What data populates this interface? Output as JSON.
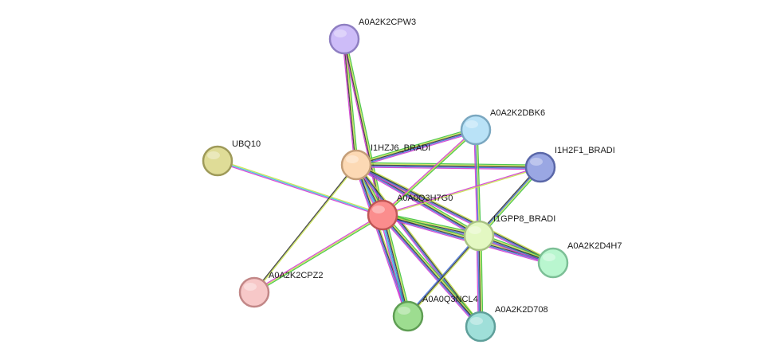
{
  "nodes": [
    {
      "id": "A0A2K2CPW3",
      "label": "A0A2K2CPW3",
      "color": "#cdbcf8",
      "stroke": "#8f7fc2"
    },
    {
      "id": "UBQ10",
      "label": "UBQ10",
      "color": "#dfdc97",
      "stroke": "#9e9a59"
    },
    {
      "id": "I1HZJ6_BRADI",
      "label": "I1HZJ6_BRADI",
      "color": "#fcd9b4",
      "stroke": "#c49e78"
    },
    {
      "id": "A0A2K2DBK6",
      "label": "A0A2K2DBK6",
      "color": "#b9e2f7",
      "stroke": "#7aa7c0"
    },
    {
      "id": "I1H2F1_BRADI",
      "label": "I1H2F1_BRADI",
      "color": "#9aa7e3",
      "stroke": "#5a67a8"
    },
    {
      "id": "A0A0Q3H7G0",
      "label": "A0A0Q3H7G0",
      "color": "#fb8d8d",
      "stroke": "#c05656"
    },
    {
      "id": "I1GPP8_BRADI",
      "label": "I1GPP8_BRADI",
      "color": "#e3f8c2",
      "stroke": "#a8c283"
    },
    {
      "id": "A0A2K2D4H7",
      "label": "A0A2K2D4H7",
      "color": "#b9f6cf",
      "stroke": "#7cbf96"
    },
    {
      "id": "A0A2K2CPZ2",
      "label": "A0A2K2CPZ2",
      "color": "#f7c8c8",
      "stroke": "#c28787"
    },
    {
      "id": "A0A0Q3NCL4",
      "label": "A0A0Q3NCL4",
      "color": "#9ddd90",
      "stroke": "#5f9e54"
    },
    {
      "id": "A0A2K2D708",
      "label": "A0A2K2D708",
      "color": "#9fdfd9",
      "stroke": "#5e9f9a"
    }
  ],
  "edges": [
    {
      "source": "A0A2K2CPW3",
      "target": "I1HZJ6_BRADI",
      "evidence": [
        "green",
        "yellow",
        "black",
        "magenta"
      ]
    },
    {
      "source": "A0A2K2CPW3",
      "target": "A0A0Q3H7G0",
      "evidence": [
        "green",
        "yellow",
        "black",
        "magenta"
      ]
    },
    {
      "source": "UBQ10",
      "target": "A0A0Q3H7G0",
      "evidence": [
        "yellow",
        "cyan",
        "magenta"
      ]
    },
    {
      "source": "I1HZJ6_BRADI",
      "target": "A0A2K2DBK6",
      "evidence": [
        "green",
        "yellow",
        "black",
        "blue",
        "magenta"
      ]
    },
    {
      "source": "I1HZJ6_BRADI",
      "target": "I1H2F1_BRADI",
      "evidence": [
        "green",
        "yellow",
        "black",
        "blue",
        "magenta"
      ]
    },
    {
      "source": "I1HZJ6_BRADI",
      "target": "A0A0Q3H7G0",
      "evidence": [
        "green",
        "yellow",
        "black",
        "blue",
        "cyan",
        "magenta"
      ]
    },
    {
      "source": "I1HZJ6_BRADI",
      "target": "I1GPP8_BRADI",
      "evidence": [
        "green",
        "yellow",
        "black",
        "blue",
        "magenta"
      ]
    },
    {
      "source": "I1HZJ6_BRADI",
      "target": "A0A2K2D4H7",
      "evidence": [
        "yellow",
        "black",
        "blue",
        "magenta"
      ]
    },
    {
      "source": "I1HZJ6_BRADI",
      "target": "A0A2K2CPZ2",
      "evidence": [
        "yellow",
        "black"
      ]
    },
    {
      "source": "I1HZJ6_BRADI",
      "target": "A0A0Q3NCL4",
      "evidence": [
        "yellow",
        "black",
        "blue",
        "magenta"
      ]
    },
    {
      "source": "I1HZJ6_BRADI",
      "target": "A0A2K2D708",
      "evidence": [
        "yellow",
        "black",
        "blue",
        "magenta"
      ]
    },
    {
      "source": "A0A2K2DBK6",
      "target": "A0A0Q3H7G0",
      "evidence": [
        "green",
        "yellow",
        "magenta"
      ]
    },
    {
      "source": "A0A2K2DBK6",
      "target": "I1GPP8_BRADI",
      "evidence": [
        "green",
        "yellow",
        "blue",
        "magenta"
      ]
    },
    {
      "source": "I1H2F1_BRADI",
      "target": "A0A0Q3H7G0",
      "evidence": [
        "yellow",
        "magenta"
      ]
    },
    {
      "source": "I1H2F1_BRADI",
      "target": "I1GPP8_BRADI",
      "evidence": [
        "green",
        "yellow",
        "blue",
        "black"
      ]
    },
    {
      "source": "A0A0Q3H7G0",
      "target": "I1GPP8_BRADI",
      "evidence": [
        "green",
        "yellow",
        "black",
        "blue",
        "magenta"
      ]
    },
    {
      "source": "A0A0Q3H7G0",
      "target": "A0A2K2D4H7",
      "evidence": [
        "green",
        "yellow",
        "black",
        "blue",
        "magenta"
      ]
    },
    {
      "source": "A0A0Q3H7G0",
      "target": "A0A2K2CPZ2",
      "evidence": [
        "green",
        "yellow",
        "magenta"
      ]
    },
    {
      "source": "A0A0Q3H7G0",
      "target": "A0A0Q3NCL4",
      "evidence": [
        "green",
        "yellow",
        "black",
        "blue",
        "cyan",
        "magenta"
      ]
    },
    {
      "source": "A0A0Q3H7G0",
      "target": "A0A2K2D708",
      "evidence": [
        "green",
        "yellow",
        "black",
        "blue",
        "magenta"
      ]
    },
    {
      "source": "I1GPP8_BRADI",
      "target": "A0A2K2D4H7",
      "evidence": [
        "green",
        "yellow",
        "black",
        "blue",
        "magenta"
      ]
    },
    {
      "source": "I1GPP8_BRADI",
      "target": "A0A0Q3NCL4",
      "evidence": [
        "yellow",
        "black",
        "blue"
      ]
    },
    {
      "source": "I1GPP8_BRADI",
      "target": "A0A2K2D708",
      "evidence": [
        "green",
        "yellow",
        "black",
        "blue",
        "magenta"
      ]
    }
  ],
  "evidence_colors": {
    "green": "#3ec23e",
    "yellow": "#c6e249",
    "black": "#333333",
    "blue": "#3d6fd8",
    "cyan": "#35c3dd",
    "magenta": "#d13dd1"
  }
}
